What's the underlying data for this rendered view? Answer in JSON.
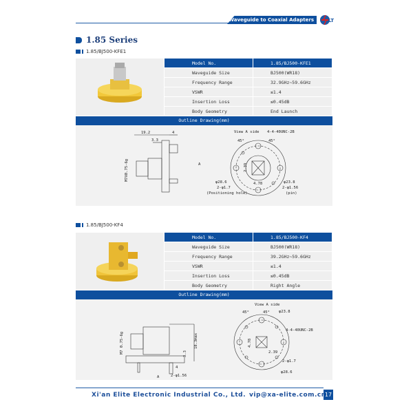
{
  "header": {
    "banner": "Waveguide to Coaxial Adapters",
    "logo_text": "ELT"
  },
  "series_title": "1.85 Series",
  "products": [
    {
      "model_heading": "1.85/BJ500-KFE1",
      "specs": [
        [
          "Model No.",
          "1.85/BJ500-KFE1"
        ],
        [
          "Waveguide Size",
          "BJ500(WR18)"
        ],
        [
          "Frequency Range",
          "32.9GHz~59.6GHz"
        ],
        [
          "VSWR",
          "≤1.4"
        ],
        [
          "Insertion Loss",
          "≤0.45dB"
        ],
        [
          "Body Geometry",
          "End Launch"
        ]
      ],
      "outline_label": "Outline Drawing(mm)",
      "drawing": {
        "d1": "19.2",
        "d2": "4",
        "d3": "3.3",
        "thread": "M7X0.75-6g",
        "arrow": "A",
        "view": "View A side",
        "tap": "4-4-40UNC-2B",
        "ang1": "45°",
        "ang2": "45°",
        "h": "2.39",
        "w": "4.78",
        "od": "φ28.6",
        "bc": "φ23.8",
        "pos": "2-φ1.7",
        "pos_note": "(Positioning hole)",
        "pin": "2-φ1.56",
        "pin_note": "(pin)"
      }
    },
    {
      "model_heading": "1.85/BJ500-KF4",
      "specs": [
        [
          "Model No.",
          "1.85/BJ500-KF4"
        ],
        [
          "Waveguide Size",
          "BJ500(WR18)"
        ],
        [
          "Frequency Range",
          "39.2GHz~59.6GHz"
        ],
        [
          "VSWR",
          "≤1.4"
        ],
        [
          "Insertion Loss",
          "≤0.45dB"
        ],
        [
          "Body  Geometry",
          "Right Angle"
        ]
      ],
      "outline_label": "Outline Drawing(mm)",
      "drawing": {
        "thread": "M7 0.75-6g",
        "hmax": "18.3max",
        "d3": "3.3",
        "d4": "4",
        "pin": "2-φ1.56",
        "arrow": "A",
        "view": "View A side",
        "bc": "φ23.8",
        "tap": "4-4-40UNC-2B",
        "ang1": "45°",
        "ang2": "45°",
        "w": "4.78",
        "h": "2.39",
        "pos": "2-φ1.7",
        "od": "φ28.6"
      }
    }
  ],
  "footer": {
    "company": "Xi'an Elite Electronic Industrial Co., Ltd.",
    "email": "vip@xa-elite.com.cn",
    "page": "17"
  }
}
